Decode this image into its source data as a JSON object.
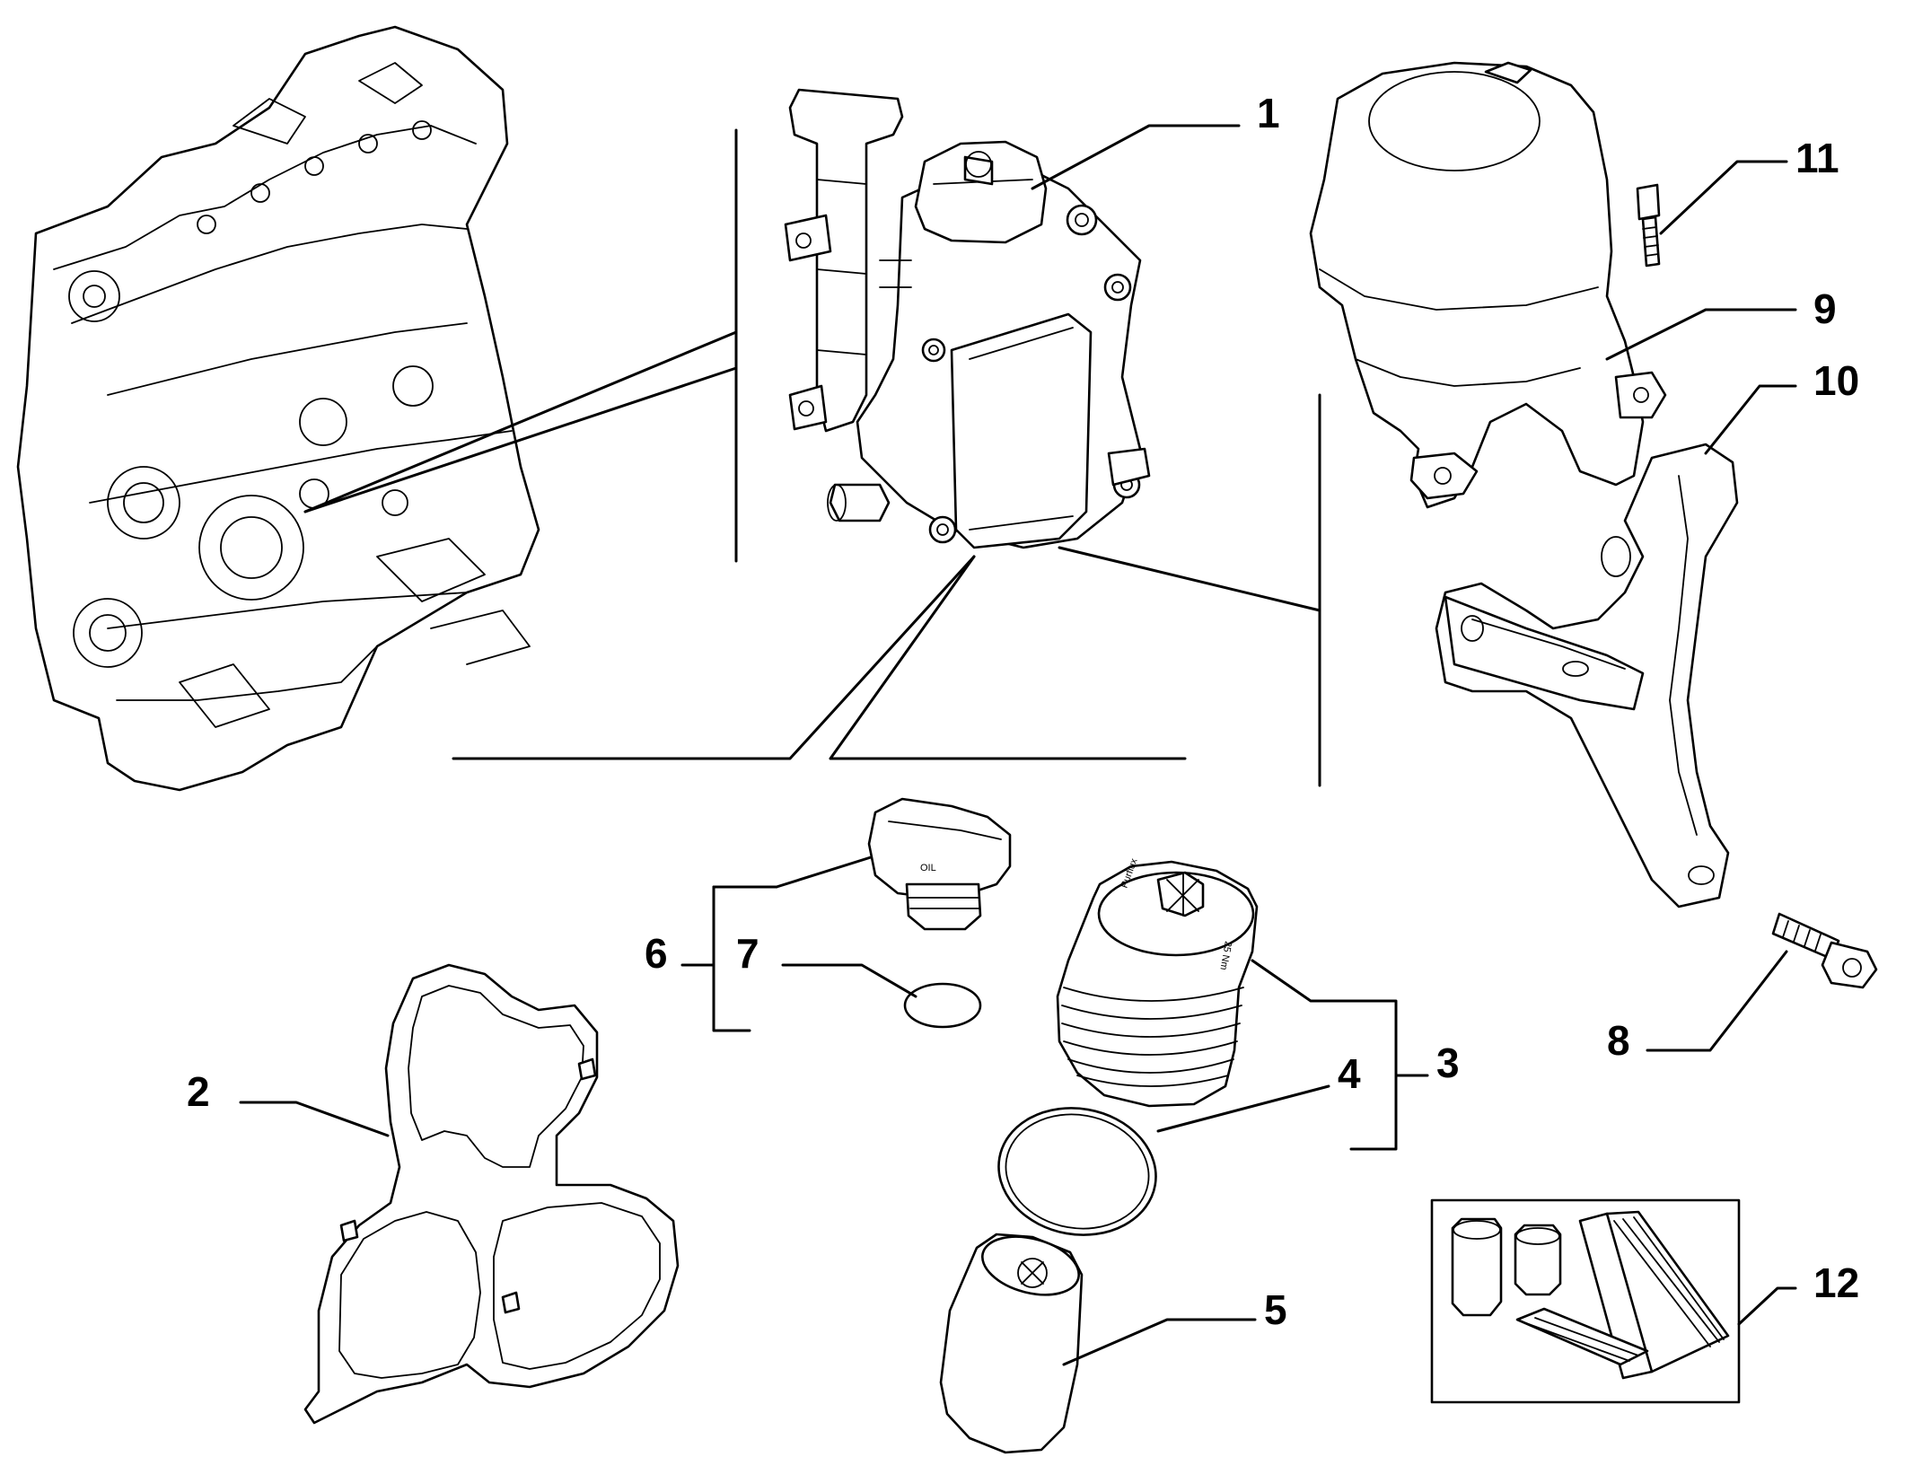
{
  "callouts": [
    {
      "id": "1",
      "label": "1"
    },
    {
      "id": "2",
      "label": "2"
    },
    {
      "id": "3",
      "label": "3"
    },
    {
      "id": "4",
      "label": "4"
    },
    {
      "id": "5",
      "label": "5"
    },
    {
      "id": "6",
      "label": "6"
    },
    {
      "id": "7",
      "label": "7"
    },
    {
      "id": "8",
      "label": "8"
    },
    {
      "id": "9",
      "label": "9"
    },
    {
      "id": "10",
      "label": "10"
    },
    {
      "id": "11",
      "label": "11"
    },
    {
      "id": "12",
      "label": "12"
    }
  ],
  "part_markings": {
    "cap_oil": "OIL",
    "filter_brand": "Purflux",
    "filter_torque": "25 Nm"
  }
}
